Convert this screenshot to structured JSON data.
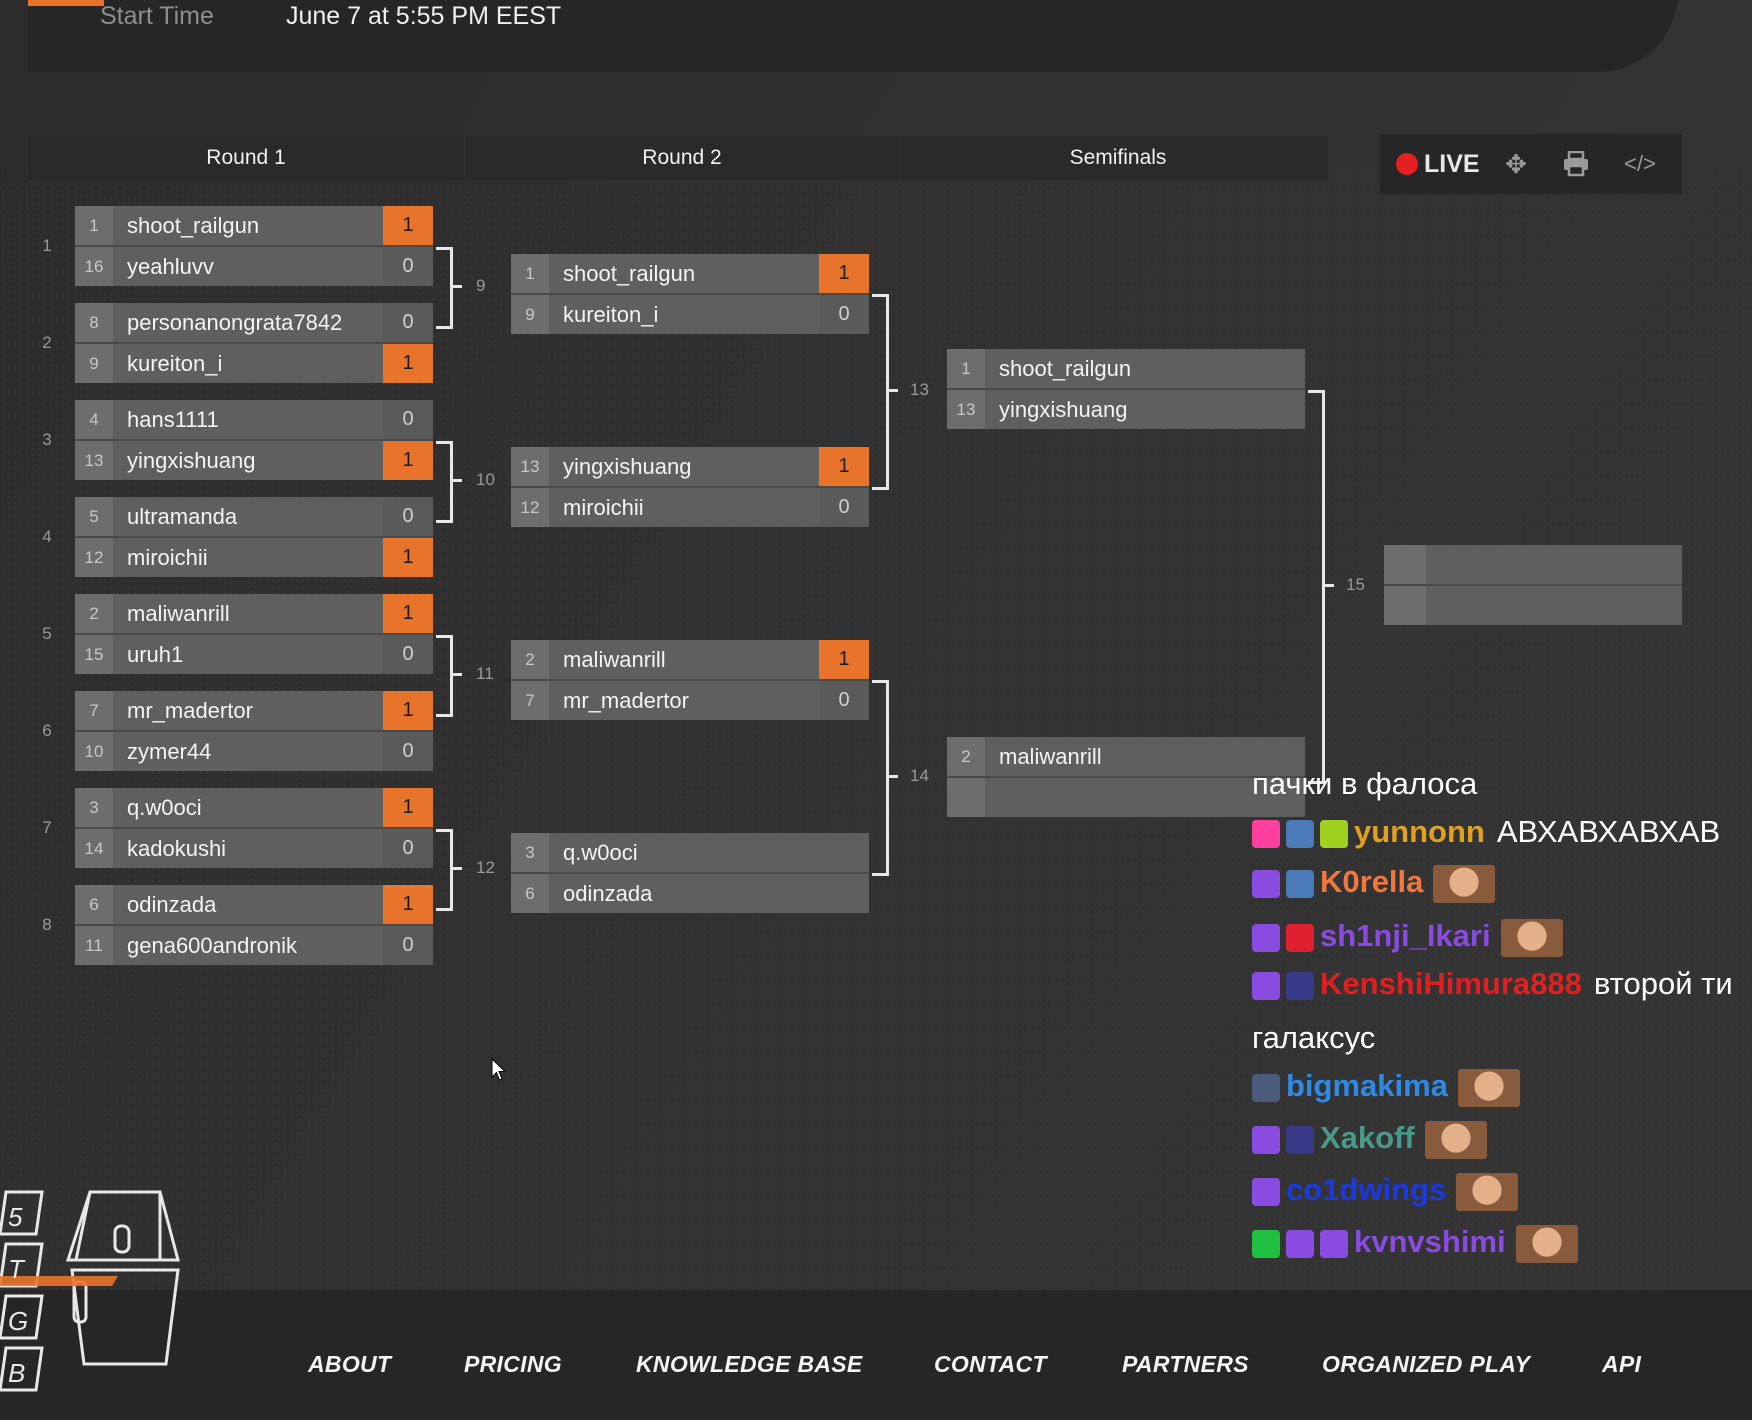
{
  "header": {
    "start_label": "Start Time",
    "start_value": "June 7 at 5:55 PM EEST"
  },
  "rounds": [
    "Round 1",
    "Round 2",
    "Semifinals"
  ],
  "toolbar": {
    "live_label": "LIVE",
    "icons": [
      "move-icon",
      "print-icon",
      "embed-code-icon"
    ]
  },
  "round1": [
    {
      "match": "1",
      "p1": {
        "seed": "1",
        "name": "shoot_railgun",
        "score": "1",
        "win": true
      },
      "p2": {
        "seed": "16",
        "name": "yeahluvv",
        "score": "0",
        "win": false
      }
    },
    {
      "match": "2",
      "p1": {
        "seed": "8",
        "name": "personanongrata7842",
        "score": "0",
        "win": false
      },
      "p2": {
        "seed": "9",
        "name": "kureiton_i",
        "score": "1",
        "win": true
      }
    },
    {
      "match": "3",
      "p1": {
        "seed": "4",
        "name": "hans1111",
        "score": "0",
        "win": false
      },
      "p2": {
        "seed": "13",
        "name": "yingxishuang",
        "score": "1",
        "win": true
      }
    },
    {
      "match": "4",
      "p1": {
        "seed": "5",
        "name": "ultramanda",
        "score": "0",
        "win": false
      },
      "p2": {
        "seed": "12",
        "name": "miroichii",
        "score": "1",
        "win": true
      }
    },
    {
      "match": "5",
      "p1": {
        "seed": "2",
        "name": "maliwanrill",
        "score": "1",
        "win": true
      },
      "p2": {
        "seed": "15",
        "name": "uruh1",
        "score": "0",
        "win": false
      }
    },
    {
      "match": "6",
      "p1": {
        "seed": "7",
        "name": "mr_madertor",
        "score": "1",
        "win": true
      },
      "p2": {
        "seed": "10",
        "name": "zymer44",
        "score": "0",
        "win": false
      }
    },
    {
      "match": "7",
      "p1": {
        "seed": "3",
        "name": "q.w0oci",
        "score": "1",
        "win": true
      },
      "p2": {
        "seed": "14",
        "name": "kadokushi",
        "score": "0",
        "win": false
      }
    },
    {
      "match": "8",
      "p1": {
        "seed": "6",
        "name": "odinzada",
        "score": "1",
        "win": true
      },
      "p2": {
        "seed": "11",
        "name": "gena600andronik",
        "score": "0",
        "win": false
      }
    }
  ],
  "round2": [
    {
      "match": "9",
      "p1": {
        "seed": "1",
        "name": "shoot_railgun",
        "score": "1",
        "win": true
      },
      "p2": {
        "seed": "9",
        "name": "kureiton_i",
        "score": "0",
        "win": false
      }
    },
    {
      "match": "10",
      "p1": {
        "seed": "13",
        "name": "yingxishuang",
        "score": "1",
        "win": true
      },
      "p2": {
        "seed": "12",
        "name": "miroichii",
        "score": "0",
        "win": false
      }
    },
    {
      "match": "11",
      "p1": {
        "seed": "2",
        "name": "maliwanrill",
        "score": "1",
        "win": true
      },
      "p2": {
        "seed": "7",
        "name": "mr_madertor",
        "score": "0",
        "win": false
      }
    },
    {
      "match": "12",
      "p1": {
        "seed": "3",
        "name": "q.w0oci",
        "score": "",
        "win": false
      },
      "p2": {
        "seed": "6",
        "name": "odinzada",
        "score": "",
        "win": false
      }
    }
  ],
  "semifinals": [
    {
      "match": "13",
      "p1": {
        "seed": "1",
        "name": "shoot_railgun"
      },
      "p2": {
        "seed": "13",
        "name": "yingxishuang"
      }
    },
    {
      "match": "14",
      "p1": {
        "seed": "2",
        "name": "maliwanrill"
      },
      "p2": {
        "seed": "",
        "name": ""
      }
    }
  ],
  "final": {
    "match": "15"
  },
  "chat": [
    {
      "user": "",
      "text": "пачки в фалоса",
      "color": "#ffffff"
    },
    {
      "user": "yunnonn",
      "text": "АВХАВХАВХАВ",
      "color": "#e0a020"
    },
    {
      "user": "K0rella",
      "text": "",
      "color": "#f0783c"
    },
    {
      "user": "sh1nji_Ikari",
      "text": "",
      "color": "#8a4be0"
    },
    {
      "user": "KenshiHimura888",
      "text": "второй ти",
      "color": "#e02020"
    },
    {
      "user": "",
      "text": "галаксус",
      "color": "#ffffff"
    },
    {
      "user": "bigmakima",
      "text": "",
      "color": "#2e8ae6"
    },
    {
      "user": "Xakoff",
      "text": "",
      "color": "#4a9a8a"
    },
    {
      "user": "co1dwings",
      "text": "",
      "color": "#1a3ae0"
    },
    {
      "user": "kvnvshimi",
      "text": "",
      "color": "#8a4be0"
    }
  ],
  "footer": {
    "links": [
      "ABOUT",
      "PRICING",
      "KNOWLEDGE BASE",
      "CONTACT",
      "PARTNERS",
      "ORGANIZED PLAY",
      "API"
    ]
  },
  "logo_letters": [
    "5",
    "T",
    "G",
    "B"
  ],
  "colors": {
    "accent": "#e8742c",
    "live": "#e62020",
    "slot": "#5f5f5f"
  }
}
